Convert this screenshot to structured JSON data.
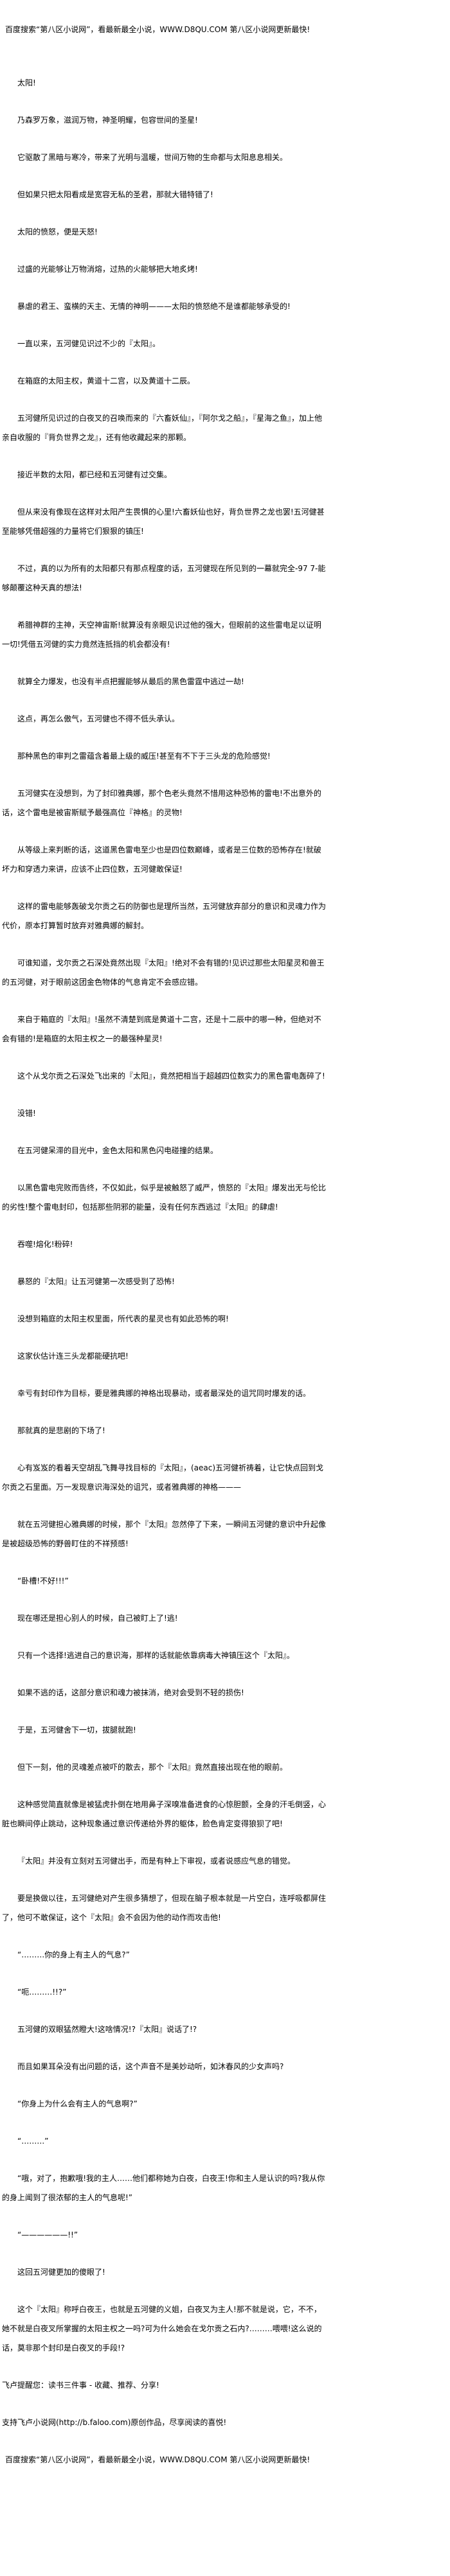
{
  "header": {
    "banner": "百度搜索“第八区小说网”，看最新最全小说，WWW.D8QU.COM  第八区小说网更新最快!"
  },
  "paragraphs": [
    "太阳!",
    "乃森罗万象，滋润万物，神圣明耀，包容世间的圣星!",
    "它驱散了黑暗与寒冷，带来了光明与温暖，世间万物的生命都与太阳息息相关。",
    "但如果只把太阳看成是宽容无私的圣君，那就大错特错了!",
    "太阳的愤怒，便是天怒!",
    "过盛的光能够让万物消熔，过热的火能够把大地炙烤!",
    "暴虐的君王、蛮横的天主、无情的神明———太阳的愤怒绝不是谁都能够承受的!",
    "一直以来，五河健见识过不少的『太阳』。",
    "在箱庭的太阳主权，黄道十二宫，以及黄道十二辰。",
    "五河健所见识过的白夜叉的召唤而来的『六畜妖仙』，『阿尔戈之船』，『星海之鱼』，加上他亲自收服的『背负世界之龙』，还有他收藏起来的那颗。",
    "接近半数的太阳，都已经和五河健有过交集。",
    "但从来没有像现在这样对太阳产生畏惧的心里!六畜妖仙也好，背负世界之龙也罢!五河健甚至能够凭借超强的力量将它们狠狠的镇压!",
    "不过，真的以为所有的太阳都只有那点程度的话，五河健现在所见到的一幕就完全-97 7-能够颠覆这种天真的想法!",
    "希腊神群的主神，天空神宙斯!就算没有亲眼见识过他的强大，但眼前的这些雷电足以证明一切!凭借五河健的实力竟然连抵挡的机会都没有!",
    "就算全力爆发，也没有半点把握能够从最后的黑色雷霆中逃过一劫!",
    "这点，再怎么傲气，五河健也不得不低头承认。",
    "那种黑色的审判之雷蕴含着最上级的威压!甚至有不下于三头龙的危险感觉!",
    "五河健实在没想到，为了封印雅典娜，那个色老头竟然不惜用这种恐怖的雷电!不出意外的话，这个雷电是被宙斯赋予最强高位『神格』的灵物!",
    "从等级上来判断的话，这道黑色雷电至少也是四位数巅峰，或者是三位数的恐怖存在!就破坏力和穿透力来讲，应该不止四位数，五河健敢保证!",
    "这样的雷电能够轰破戈尔贡之石的防御也是理所当然，五河健放弃部分的意识和灵魂力作为代价，原本打算暂时放弃对雅典娜的解封。",
    "可谁知道，戈尔贡之石深处竟然出现『太阳』!绝对不会有错的!见识过那些太阳星灵和兽王的五河健，对于眼前这团金色物体的气息肯定不会感应错。",
    "来自于箱庭的『太阳』!虽然不清楚到底是黄道十二宫，还是十二辰中的哪一种，但绝对不会有错的!是箱庭的太阳主权之一的最强种星灵!",
    "这个从戈尔贡之石深处飞出来的『太阳』，竟然把相当于超越四位数实力的黑色雷电轰碎了!",
    "没错!",
    "在五河健呆滞的目光中，金色太阳和黑色闪电碰撞的结果。",
    "以黑色雷电完败而告终，不仅如此，似乎是被触怒了威严，愤怒的『太阳』爆发出无与伦比的劣性!整个雷电封印，包括那些阴邪的能量，没有任何东西逃过『太阳』的肆虐!",
    "吞噬!熔化!粉碎!",
    "暴怒的『太阳』让五河健第一次感受到了恐怖!",
    "没想到箱庭的太阳主权里面，所代表的星灵也有如此恐怖的啊!",
    "这家伙估计连三头龙都能硬抗吧!",
    "幸亏有封印作为目标，要是雅典娜的神格出现暴动，或者最深处的诅咒同时爆发的话。",
    "那就真的是悲剧的下场了!",
    "心有岌岌的看着天空胡乱飞舞寻找目标的『太阳』，(aeac)五河健祈祷着，让它快点回到戈尔贡之石里面。万一发现意识海深处的诅咒，或者雅典娜的神格———",
    "就在五河健担心雅典娜的时候，那个『太阳』忽然停了下来，一瞬间五河健的意识中升起像是被超级恐怖的野兽盯住的不祥预感!",
    "“卧槽!不好!!!”",
    "现在哪还是担心别人的时候，自己被盯上了!逃!",
    "只有一个选择!逃进自己的意识海，那样的话就能依靠病毒大神镇压这个『太阳』。",
    "如果不逃的话，这部分意识和魂力被抹消，绝对会受到不轻的损伤!",
    "于是，五河健舍下一切，拔腿就跑!",
    "但下一刻，他的灵魂差点被吓的散去，那个『太阳』竟然直接出现在他的眼前。",
    "这种感觉简直就像是被猛虎扑倒在地用鼻子深嗅准备进食的心惊胆颤，全身的汗毛倒竖，心脏也瞬间停止跳动，这种现象通过意识传递给外界的躯体，脸色肯定变得狼狈了吧!",
    "『太阳』并没有立刻对五河健出手，而是有种上下审视，或者说感应气息的错觉。",
    "要是换做以往，五河健绝对产生很多猜想了，但现在脑子根本就是一片空白，连呼吸都屏住了，他可不敢保证，这个『太阳』会不会因为他的动作而攻击他!",
    "“………你的身上有主人的气息?”",
    "“呃………!!?”",
    "五河健的双眼猛然瞪大!这啥情况!?『太阳』说话了!?",
    "而且如果耳朵没有出问题的话，这个声音不是美妙动听，如沐春风的少女声吗?",
    "“你身上为什么会有主人的气息啊?”",
    "“………”",
    "“哦，对了，抱歉哦!我的主人……他们都称她为白夜，白夜王!你和主人是认识的吗?我从你的身上闻到了很浓郁的主人的气息呢!”",
    "“——————!!”",
    "这回五河健更加的傻眼了!",
    "这个『太阳』称呼白夜王，也就是五河健的义姐，白夜叉为主人!那不就是说，它，不不，她不就是白夜叉所掌握的太阳主权之一吗?可为什么她会在戈尔贡之石内?………喂喂!这么说的话，莫非那个封印是白夜叉的手段!?"
  ],
  "footer": {
    "reminder": "飞卢提醒您：读书三件事 - 收藏、推荐、分享!",
    "support": "支持飞卢小说网(http://b.faloo.com)原创作品，尽享阅读的喜悦!",
    "banner": "百度搜索“第八区小说网”，看最新最全小说，WWW.D8QU.COM  第八区小说网更新最快!"
  }
}
